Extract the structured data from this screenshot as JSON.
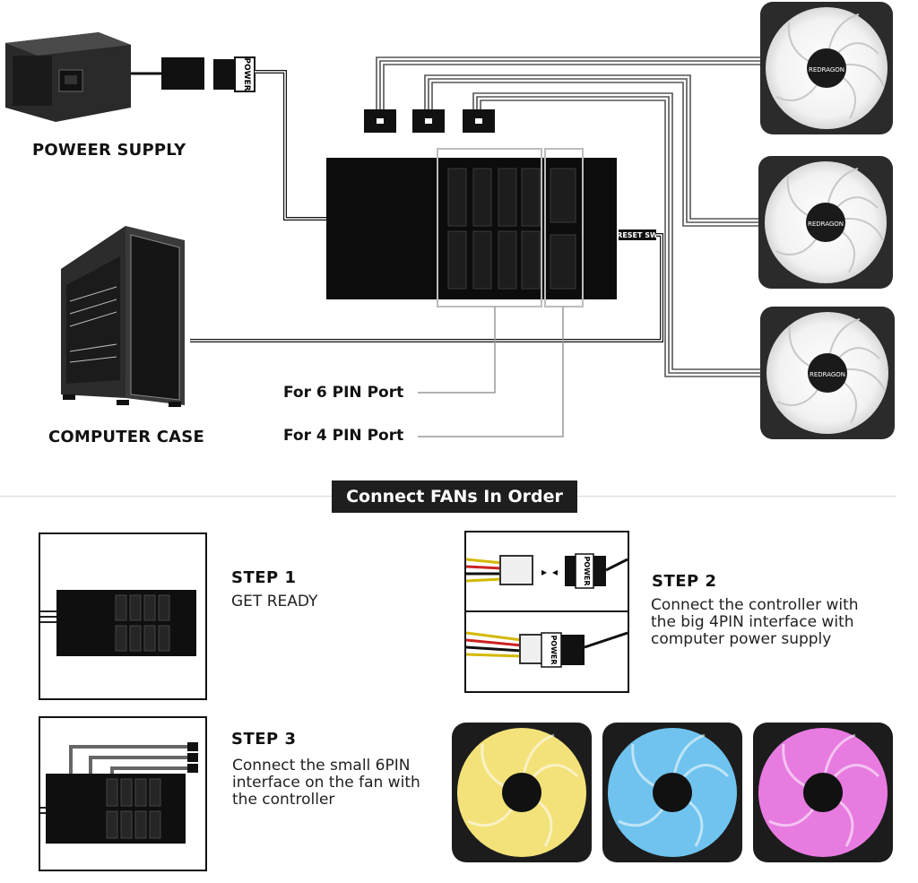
{
  "labels": {
    "power_supply": "POWEER SUPPLY",
    "computer_case": "COMPUTER CASE",
    "port_6pin": "For 6 PIN Port",
    "port_4pin": "For 4 PIN Port",
    "power_plug": "POWER",
    "reset_sw": "RESET SW",
    "fan_brand": "REDRAGON"
  },
  "banner": "Connect FANs In Order",
  "steps": [
    {
      "title": "STEP 1",
      "text": "GET READY"
    },
    {
      "title": "STEP 2",
      "lines": [
        "Connect the controller with",
        "the big 4PIN interface with",
        "computer power supply"
      ]
    },
    {
      "title": "STEP 3",
      "lines": [
        "Connect the small 6PIN",
        "interface on the fan with",
        "the controller"
      ]
    }
  ],
  "colors": {
    "fan_yellow": "#f3e27a",
    "fan_blue": "#6fc3ee",
    "fan_pink": "#e77be0",
    "banner_bg": "#1e1e1e"
  }
}
